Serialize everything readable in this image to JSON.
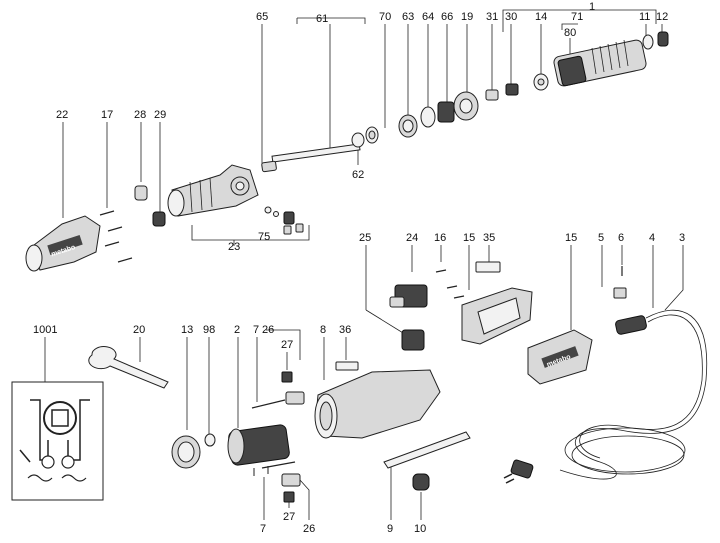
{
  "brand": "metabo",
  "labels": {
    "p1": "1",
    "p2": "2",
    "p3": "3",
    "p4": "4",
    "p5": "5",
    "p6": "6",
    "p7a": "7",
    "p7b": "7",
    "p8": "8",
    "p9": "9",
    "p10": "10",
    "p11": "11",
    "p12": "12",
    "p13": "13",
    "p14": "14",
    "p15a": "15",
    "p15b": "15",
    "p16": "16",
    "p17": "17",
    "p19": "19",
    "p20": "20",
    "p22": "22",
    "p23": "23",
    "p24": "24",
    "p25": "25",
    "p26a": "26",
    "p26b": "26",
    "p27a": "27",
    "p27b": "27",
    "p28": "28",
    "p29": "29",
    "p30": "30",
    "p31": "31",
    "p35": "35",
    "p36": "36",
    "p61": "61",
    "p62": "62",
    "p63": "63",
    "p64": "64",
    "p65": "65",
    "p66": "66",
    "p70": "70",
    "p71": "71",
    "p75": "75",
    "p80": "80",
    "p98": "98",
    "p1001": "1001"
  },
  "colors": {
    "part_fill": "#d9d9d9",
    "dark_fill": "#444444",
    "line": "#222222"
  }
}
